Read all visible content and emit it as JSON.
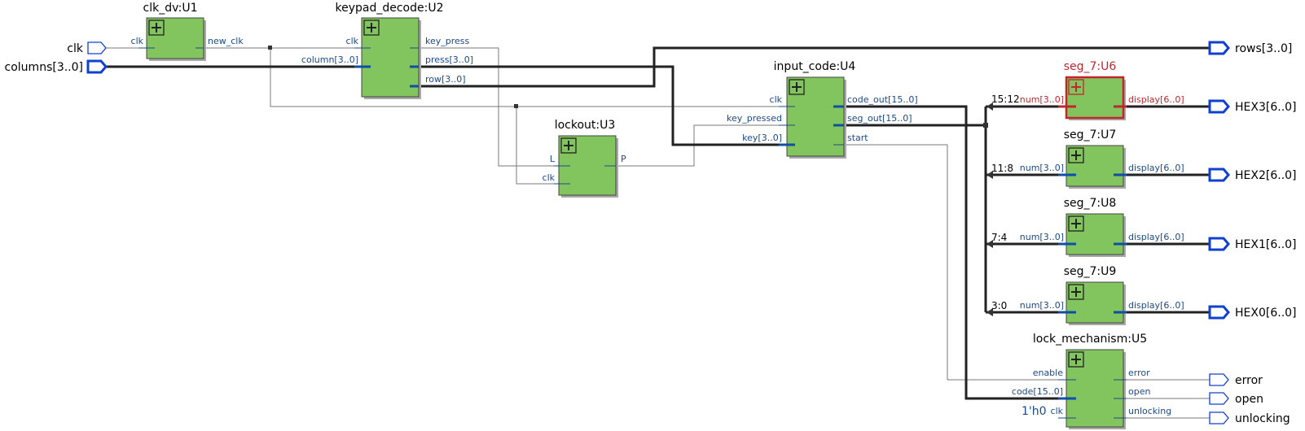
{
  "inputs": {
    "clk": "clk",
    "columns": "columns[3..0]"
  },
  "outputs": {
    "rows": "rows[3..0]",
    "hex3": "HEX3[6..0]",
    "hex2": "HEX2[6..0]",
    "hex1": "HEX1[6..0]",
    "hex0": "HEX0[6..0]",
    "error": "error",
    "open": "open",
    "unlocking": "unlocking"
  },
  "instances": {
    "u1": {
      "title": "clk_dv:U1",
      "in": [
        "clk"
      ],
      "out": [
        "new_clk"
      ]
    },
    "u2": {
      "title": "keypad_decode:U2",
      "in": [
        "clk",
        "column[3..0]"
      ],
      "out": [
        "key_press",
        "press[3..0]",
        "row[3..0]"
      ]
    },
    "u3": {
      "title": "lockout:U3",
      "in": [
        "L",
        "clk"
      ],
      "out": [
        "P"
      ]
    },
    "u4": {
      "title": "input_code:U4",
      "in": [
        "clk",
        "key_pressed",
        "key[3..0]"
      ],
      "out": [
        "code_out[15..0]",
        "seg_out[15..0]",
        "start"
      ]
    },
    "u6": {
      "title": "seg_7:U6",
      "in": [
        "num[3..0]"
      ],
      "out": [
        "display[6..0]"
      ]
    },
    "u7": {
      "title": "seg_7:U7",
      "in": [
        "num[3..0]"
      ],
      "out": [
        "display[6..0]"
      ]
    },
    "u8": {
      "title": "seg_7:U8",
      "in": [
        "num[3..0]"
      ],
      "out": [
        "display[6..0]"
      ]
    },
    "u9": {
      "title": "seg_7:U9",
      "in": [
        "num[3..0]"
      ],
      "out": [
        "display[6..0]"
      ]
    },
    "u5": {
      "title": "lock_mechanism:U5",
      "in": [
        "enable",
        "code[15..0]",
        "clk"
      ],
      "out": [
        "error",
        "open",
        "unlocking"
      ]
    }
  },
  "bus_taps": [
    "15:12",
    "11:8",
    "7:4",
    "3:0"
  ],
  "constant": "1'h0",
  "colors": {
    "block_fill": "#82c45e",
    "selected_block": "#c0272d",
    "port_label": "#1a4a8a",
    "io_port": "#1040d0"
  }
}
